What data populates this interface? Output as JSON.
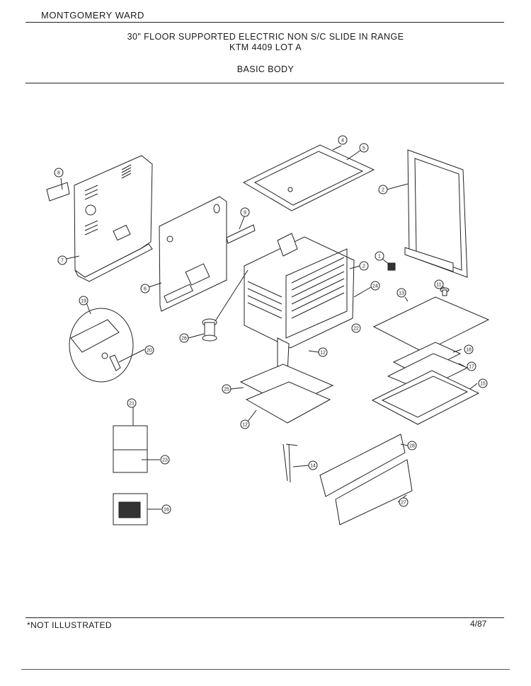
{
  "header": {
    "brand": "MONTGOMERY WARD",
    "title_line1": "30\" FLOOR SUPPORTED ELECTRIC NON S/C SLIDE IN RANGE",
    "title_line2": "KTM 4409 LOT A",
    "section": "BASIC BODY"
  },
  "footer": {
    "note": "*NOT ILLUSTRATED",
    "date": "4/87"
  },
  "callouts": [
    {
      "label": "8"
    },
    {
      "label": "7"
    },
    {
      "label": "6"
    },
    {
      "label": "9"
    },
    {
      "label": "4"
    },
    {
      "label": "5"
    },
    {
      "label": "2"
    },
    {
      "label": "1"
    },
    {
      "label": "11"
    },
    {
      "label": "2"
    },
    {
      "label": "24"
    },
    {
      "label": "22"
    },
    {
      "label": "13"
    },
    {
      "label": "19"
    },
    {
      "label": "20"
    },
    {
      "label": "26"
    },
    {
      "label": "12"
    },
    {
      "label": "18"
    },
    {
      "label": "17"
    },
    {
      "label": "15"
    },
    {
      "label": "25"
    },
    {
      "label": "12"
    },
    {
      "label": "21"
    },
    {
      "label": "23"
    },
    {
      "label": "16"
    },
    {
      "label": "14"
    },
    {
      "label": "28"
    },
    {
      "label": "27"
    }
  ]
}
